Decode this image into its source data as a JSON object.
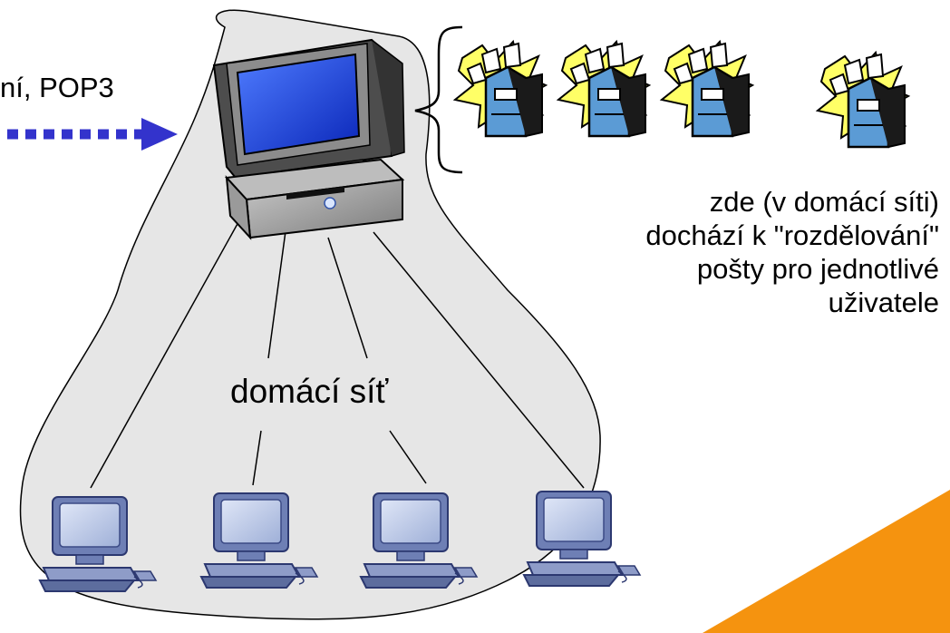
{
  "labels": {
    "pop3": "ní, POP3",
    "network": "domácí síť",
    "note_lines": [
      "zde (v domácí síti)",
      "dochází k \"rozdělování\"",
      "pošty pro jednotlivé",
      "uživatele"
    ]
  },
  "colors": {
    "cloud_fill": "#e6e6e6",
    "arrow": "#3333cc",
    "accent_corner": "#f5930f",
    "screen_blue": "#1a3fe6",
    "mailbox_blue": "#5b9bd5",
    "mailbox_burst": "#ffff66"
  },
  "icons": {
    "server": "desktop-computer-icon",
    "mailbox": "mailbox-icon",
    "client": "workstation-icon"
  }
}
